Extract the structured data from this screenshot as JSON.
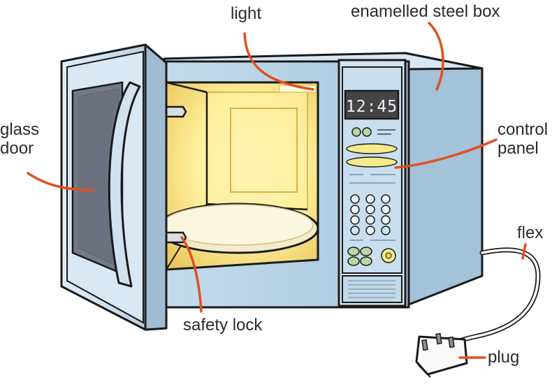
{
  "diagram": {
    "labels": {
      "light": "light",
      "enamelled_steel_box": "enamelled steel box",
      "glass_door_line1": "glass",
      "glass_door_line2": "door",
      "control_panel_line1": "control",
      "control_panel_line2": "panel",
      "flex": "flex",
      "safety_lock": "safety lock",
      "plug": "plug"
    },
    "display_time": "12:45"
  },
  "colors": {
    "outline": "#1a1a1a",
    "body_blue": "#b8d3e6",
    "body_blue_dark": "#9ebfd6",
    "interior_glow": "#fff6b0",
    "interior_edge": "#e9c85a",
    "door_glass": "#757a88",
    "leader_line": "#e0501f",
    "display_bg": "#4a4a4a",
    "display_text": "#f2f2f2",
    "button_green": "#b6d9a4",
    "button_yellow": "#f4ea8a",
    "button_blue": "#cfe6f2"
  }
}
